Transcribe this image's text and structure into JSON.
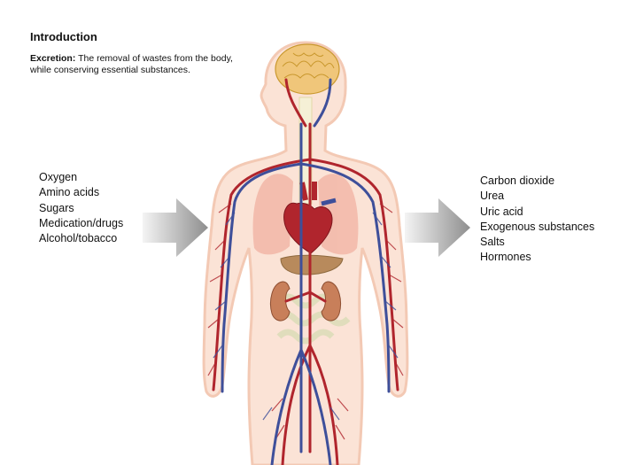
{
  "header": {
    "title": "Introduction",
    "definition_term": "Excretion:",
    "definition_text": " The removal of wastes from the body, while conserving essential substances."
  },
  "inputs": {
    "items": [
      "Oxygen",
      "Amino acids",
      "Sugars",
      "Medication/drugs",
      "Alcohol/tobacco"
    ]
  },
  "outputs": {
    "items": [
      "Carbon dioxide",
      "Urea",
      "Uric acid",
      "Exogenous substances",
      "Salts",
      "Hormones"
    ]
  },
  "illustration": {
    "subject": "human body circulatory system with brain, heart, lungs, liver, kidneys",
    "colors": {
      "skin": "#fbe3d6",
      "skin_edge": "#f3c9b4",
      "artery": "#b0252d",
      "vein": "#3e4f9a",
      "brain": "#f0c67a",
      "kidney": "#c87f5a",
      "lung": "#f2b7a8"
    }
  },
  "arrows": {
    "colors": {
      "light": "#f2f2f2",
      "dark": "#8e8e8e"
    },
    "icons": [
      "arrow-right-icon",
      "arrow-right-icon"
    ]
  }
}
